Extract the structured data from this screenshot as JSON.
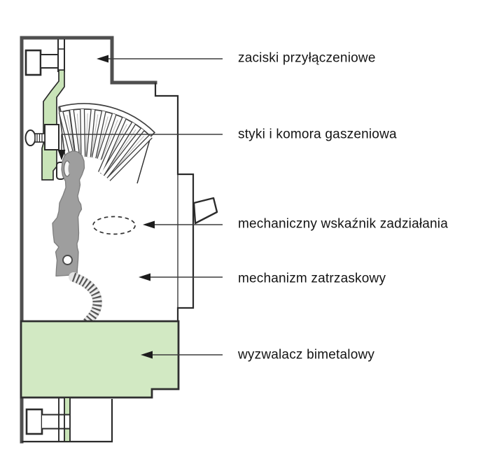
{
  "diagram": {
    "labels": [
      {
        "id": "zaciski",
        "text": "zaciski przyłączeniowe"
      },
      {
        "id": "styki",
        "text": "styki i komora gaszeniowa"
      },
      {
        "id": "wskaznik",
        "text": "mechaniczny wskaźnik zadziałania"
      },
      {
        "id": "mechanizm",
        "text": "mechanizm zatrzaskowy"
      },
      {
        "id": "wyzwalacz",
        "text": "wyzwalacz bimetalowy"
      }
    ],
    "colors": {
      "background": "#ffffff",
      "case_outline": "#4f4f4f",
      "line": "#2b2b2b",
      "conductor_green": "#c9e4b8",
      "bimetal_green": "#d2e9c3",
      "lever_gray": "#9e9e9e",
      "label_text": "#141414"
    }
  }
}
